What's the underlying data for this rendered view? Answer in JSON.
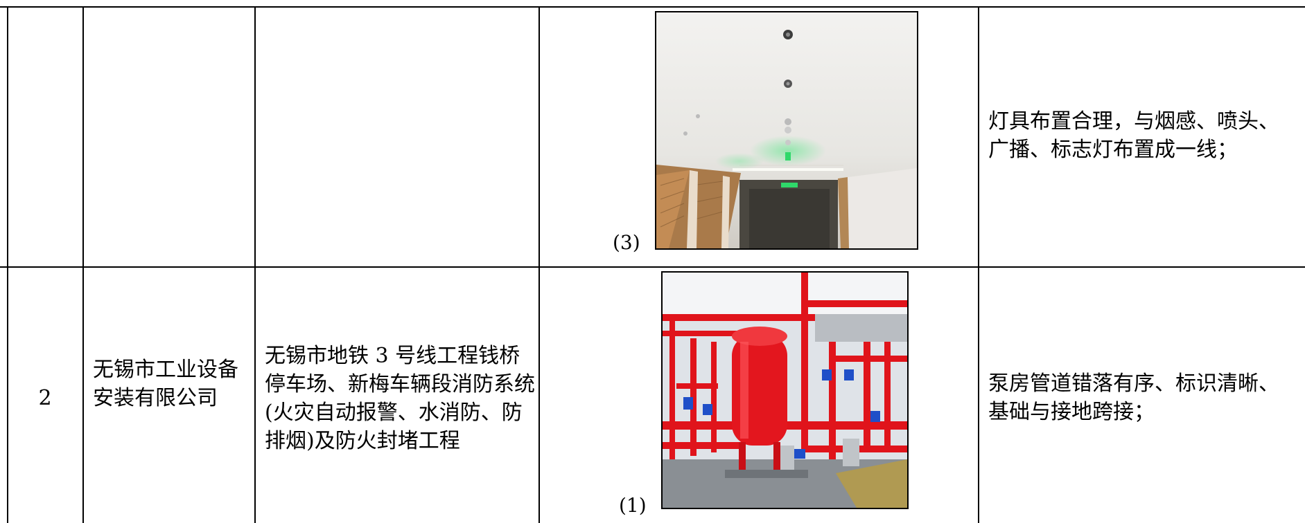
{
  "rows": [
    {
      "index": "",
      "company": "",
      "project": "",
      "photo_label": "(3)",
      "photo_subject": "corridor-ceiling",
      "remark": "灯具布置合理，与烟感、喷头、广播、标志灯布置成一线；"
    },
    {
      "index": "2",
      "company": "无锡市工业设备安装有限公司",
      "project": "无锡市地铁 3 号线工程钱桥停车场、新梅车辆段消防系统(火灾自动报警、水消防、防排烟)及防火封堵工程",
      "photo_label": "(1)",
      "photo_subject": "fire-pump-room",
      "remark": "泵房管道错落有序、标识清晰、基础与接地跨接；"
    }
  ],
  "colors": {
    "grid": "#000000",
    "pipe_red": "#e0141b",
    "ceiling": "#ecebe8",
    "exit_green": "#2fd86a"
  }
}
